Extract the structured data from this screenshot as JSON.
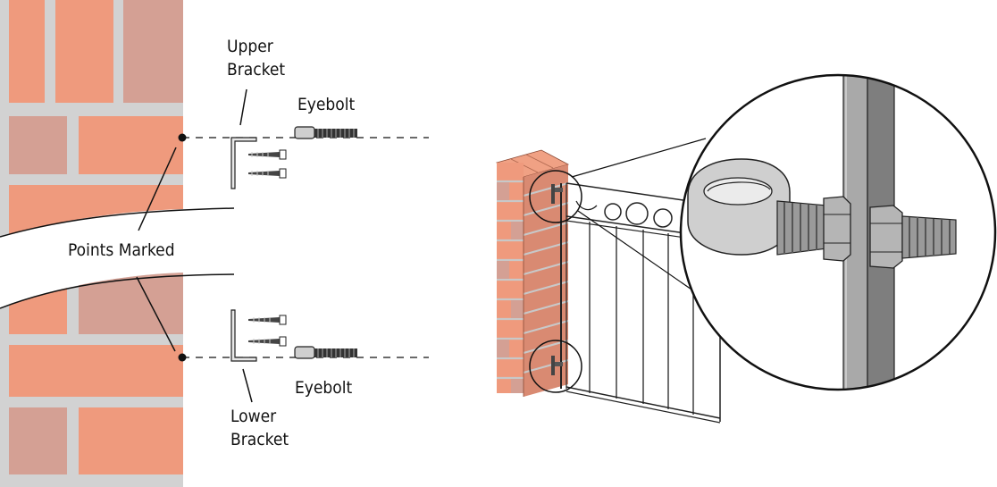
{
  "labels": {
    "upper_bracket_line1": "Upper",
    "upper_bracket_line2": "Bracket",
    "eyebolt_top": "Eyebolt",
    "points_marked": "Points Marked",
    "eyebolt_bottom": "Eyebolt",
    "lower_bracket_line1": "Lower",
    "lower_bracket_line2": "Bracket"
  },
  "colors": {
    "brick_light": "#ef9a7d",
    "brick_dark": "#d4a094",
    "mortar": "#d2d2d2",
    "metal": "#9c9c9c",
    "ink": "#111111"
  }
}
